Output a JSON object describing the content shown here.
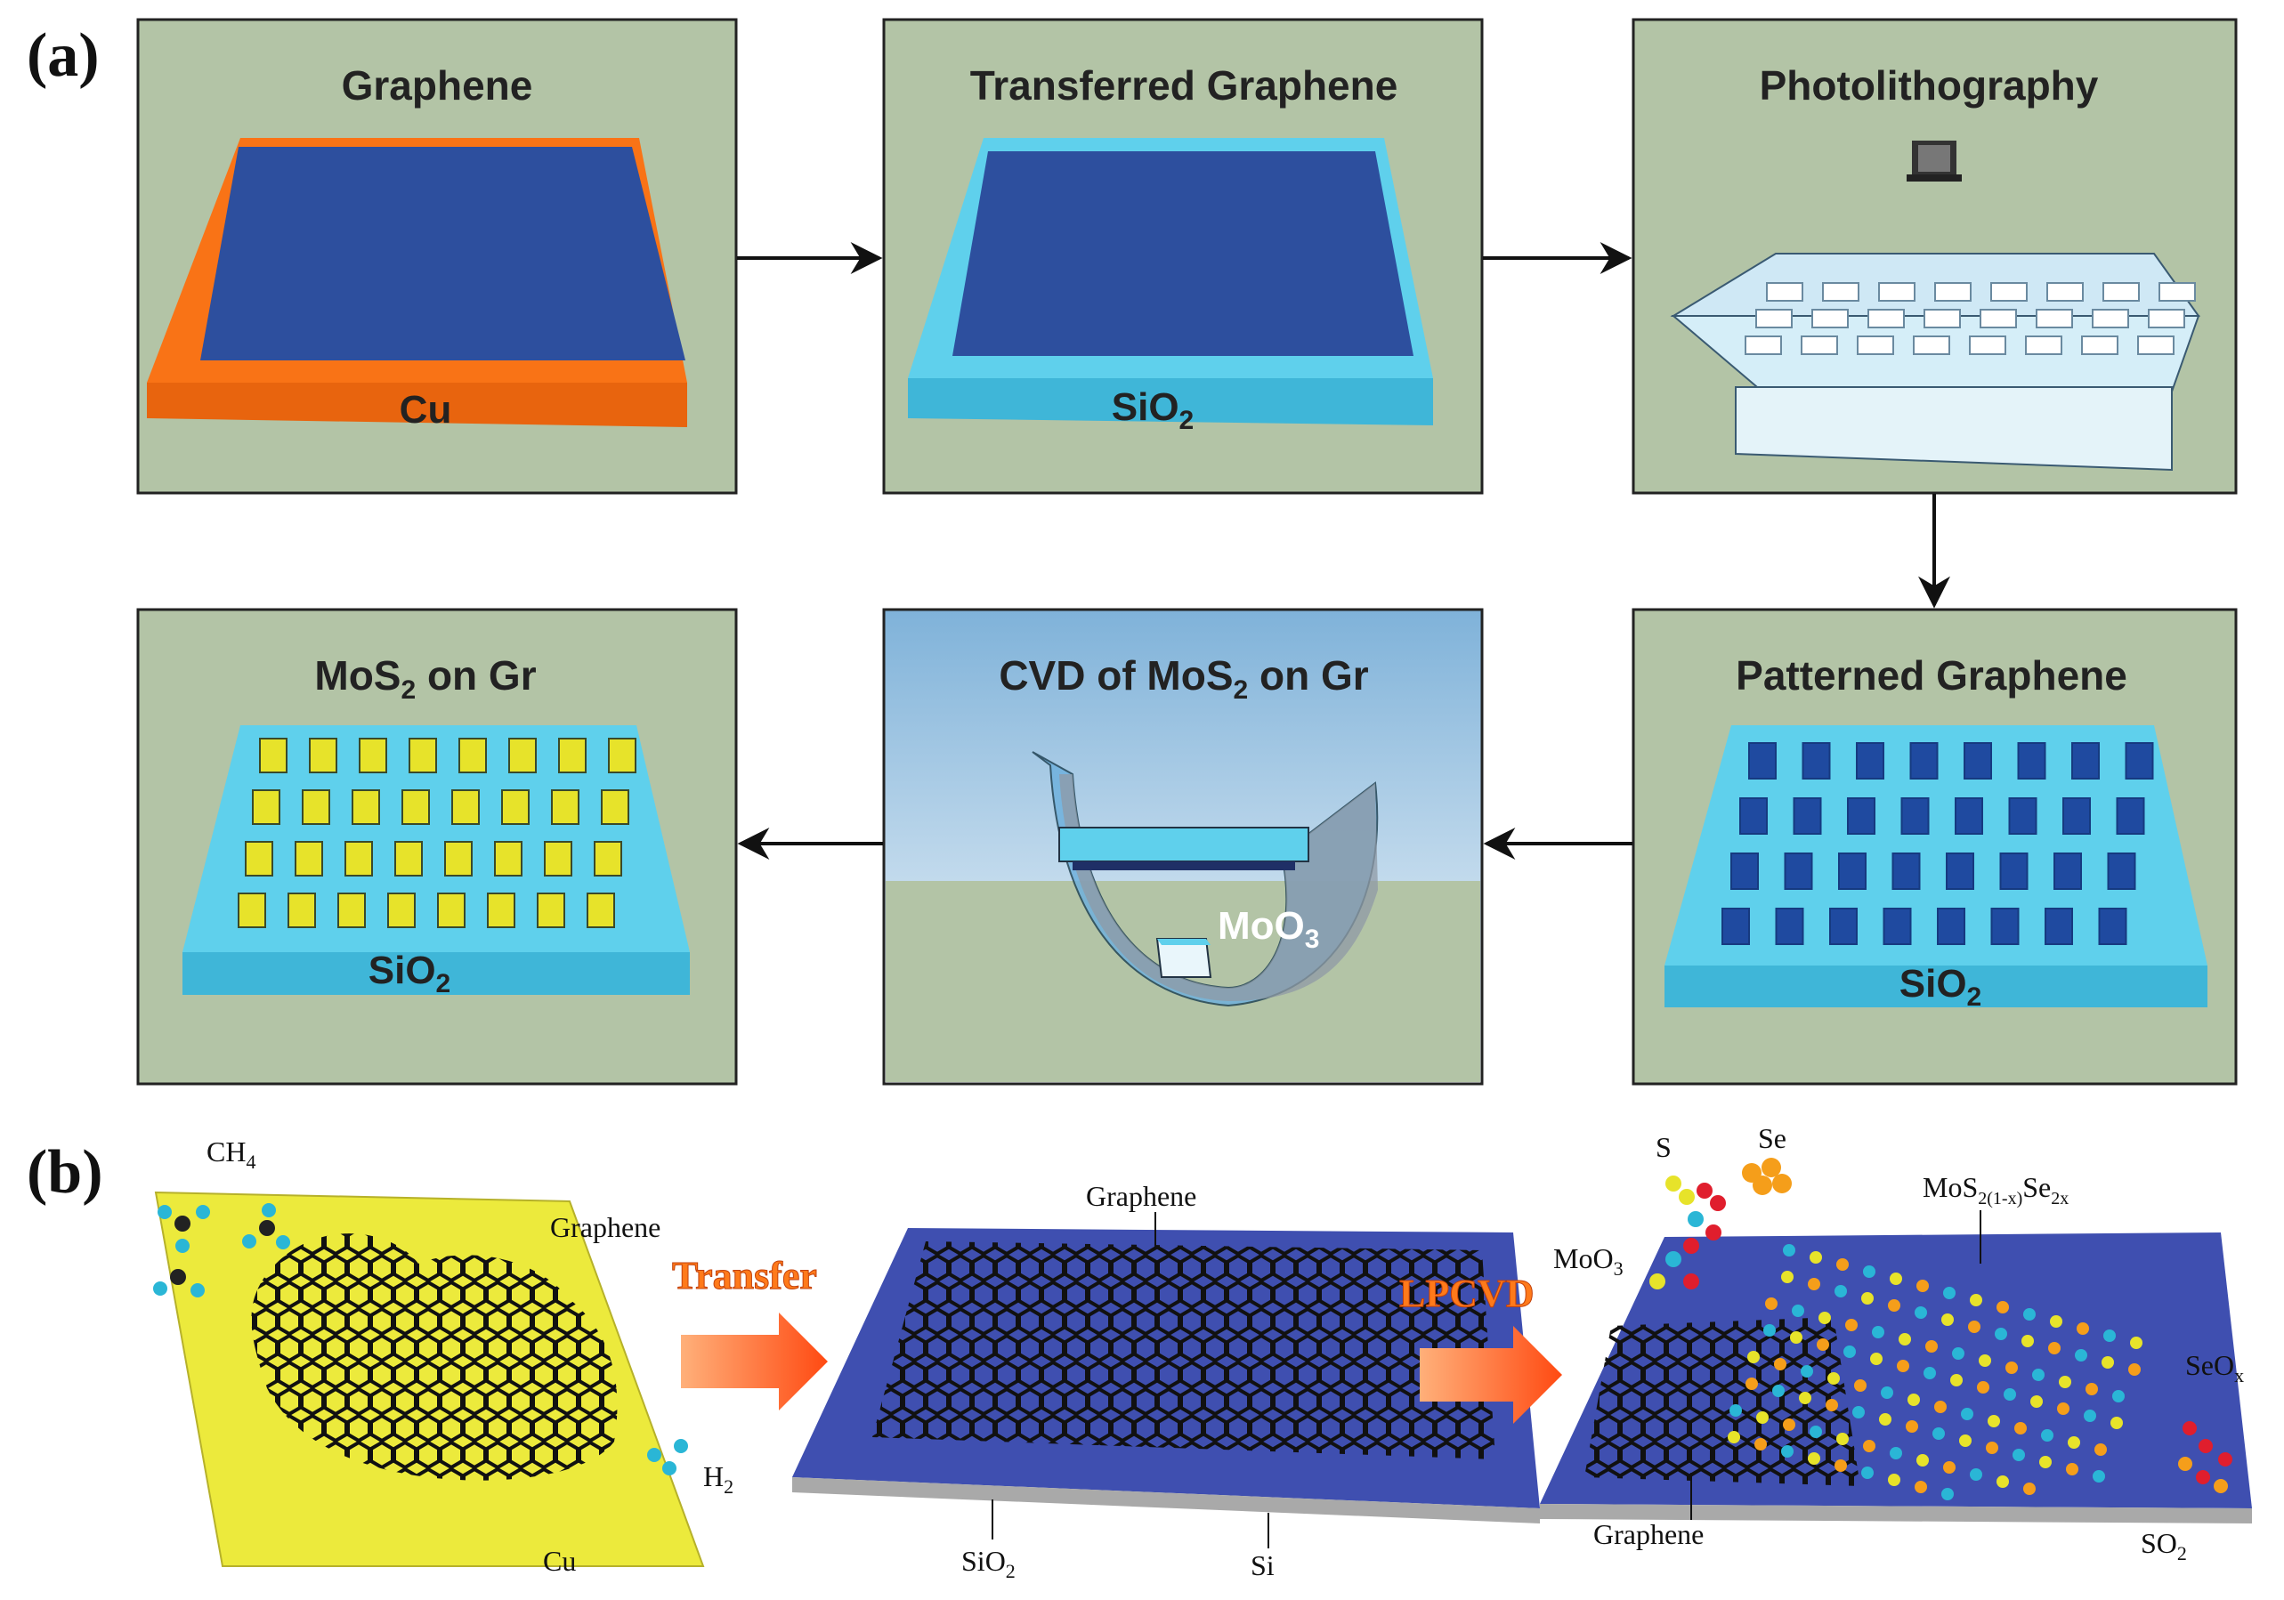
{
  "panel_a": {
    "label": "(a)",
    "steps": [
      {
        "title": "Graphene",
        "substrate": "Cu"
      },
      {
        "title": "Transferred Graphene",
        "substrate": "SiO",
        "substrate_sub": "2"
      },
      {
        "title": "Photolithography"
      },
      {
        "title_pre": "MoS",
        "title_sub": "2",
        "title_post": " on Gr",
        "substrate": "SiO",
        "substrate_sub": "2"
      },
      {
        "title_pre": "CVD of MoS",
        "title_sub": "2",
        "title_post": " on Gr",
        "precursor": "MoO",
        "precursor_sub": "3"
      },
      {
        "title": "Patterned Graphene",
        "substrate": "SiO",
        "substrate_sub": "2"
      }
    ]
  },
  "panel_b": {
    "label": "(b)",
    "stage1": {
      "gas1": "CH",
      "gas1_sub": "4",
      "film": "Graphene",
      "gas2": "H",
      "gas2_sub": "2",
      "foil": "Cu"
    },
    "arrow1": "Transfer",
    "stage2": {
      "film": "Graphene",
      "oxide": "SiO",
      "oxide_sub": "2",
      "base": "Si"
    },
    "arrow2": "LPCVD",
    "stage3": {
      "s": "S",
      "se": "Se",
      "moo3": "MoO",
      "moo3_sub": "3",
      "alloy": "MoS",
      "alloy_sub1": "2(1-x)",
      "alloy_mid": "Se",
      "alloy_sub2": "2x",
      "seox": "SeO",
      "seox_sub": "x",
      "so2": "SO",
      "so2_sub": "2",
      "film": "Graphene"
    }
  },
  "colors": {
    "panel_bg": "#b3c4a6",
    "cu": "#f97316",
    "graphene_sheet": "#2d4f9e",
    "sio2": "#5fd0ec",
    "pattern": "#1f4aa0",
    "mos2": "#e7e32a",
    "cu_foil_b": "#ecea3c",
    "sio2_b": "#3f4fb0",
    "arrow_orange": "#ff5a1f"
  }
}
